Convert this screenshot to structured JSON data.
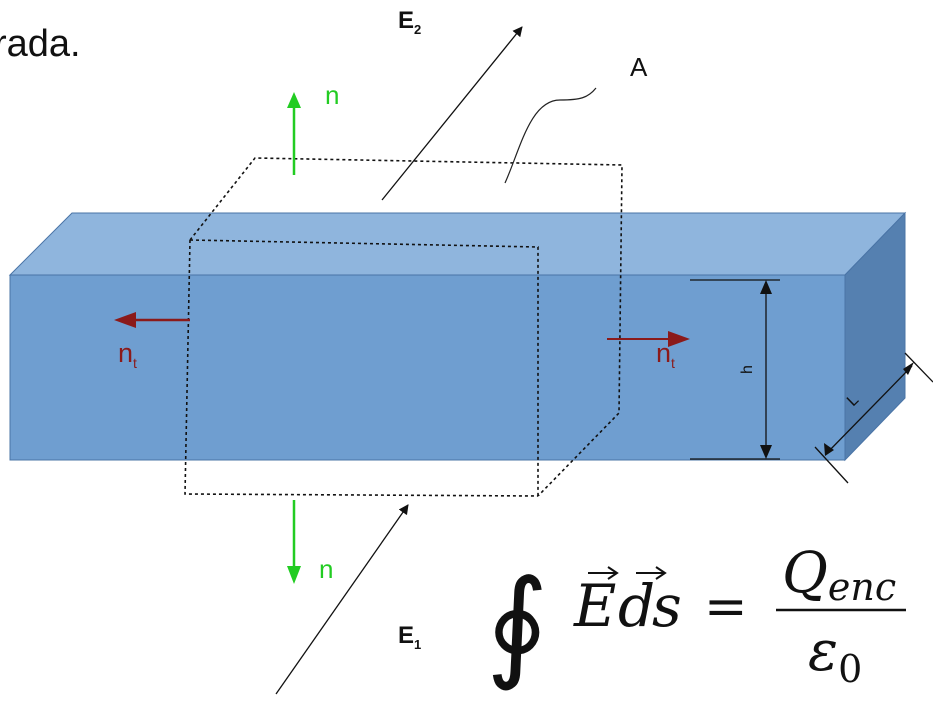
{
  "top_text": "rada.",
  "labels": {
    "e2_main": "E",
    "e2_sub": "2",
    "e1_main": "E",
    "e1_sub": "1",
    "area": "A",
    "normal_top": "n",
    "normal_bottom": "n",
    "nt_left_main": "n",
    "nt_left_sub": "t",
    "nt_right_main": "n",
    "nt_right_sub": "t",
    "height": "h",
    "length": "L"
  },
  "equation": {
    "integral": "∮",
    "E": "E",
    "d": "d",
    "s": "s",
    "equals": "=",
    "numerator": "Q",
    "numerator_sub": "enc",
    "denominator": "ε",
    "denominator_sub": "0"
  },
  "colors": {
    "slab_front": "#6f9ed0",
    "slab_top": "#8fb5dd",
    "slab_side": "#5580b0",
    "slab_edge": "#4a74a6",
    "normal_green": "#22cc22",
    "tangent_red": "#8b1a1a",
    "ink": "#111111"
  }
}
